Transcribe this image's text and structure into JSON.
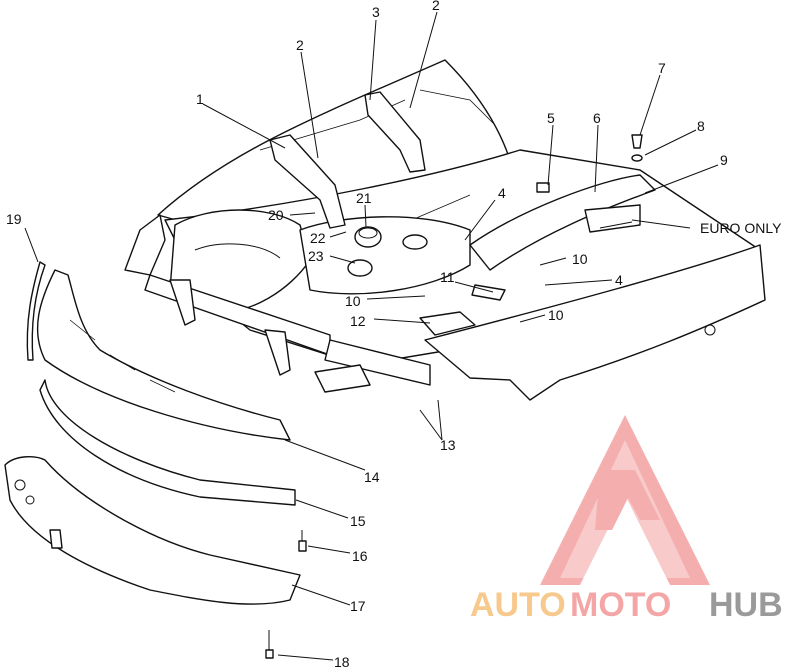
{
  "callouts": {
    "c1": "1",
    "c2a": "2",
    "c2b": "2",
    "c3": "3",
    "c4a": "4",
    "c4b": "4",
    "c5": "5",
    "c6": "6",
    "c7": "7",
    "c8": "8",
    "c9": "9",
    "c10a": "10",
    "c10b": "10",
    "c10c": "10",
    "c11": "11",
    "c12": "12",
    "c13": "13",
    "c14": "14",
    "c15": "15",
    "c16": "16",
    "c17": "17",
    "c18": "18",
    "c19": "19",
    "c20": "20",
    "c21": "21",
    "c22": "22",
    "c23": "23"
  },
  "note": "EURO ONLY",
  "watermark": {
    "part1": "AUTO",
    "part2": "MOTO",
    "part3": "HUB",
    "color_primary": "#f4a6a6",
    "color_secondary": "#f7c98d",
    "color_dark": "#9a9a9a"
  }
}
